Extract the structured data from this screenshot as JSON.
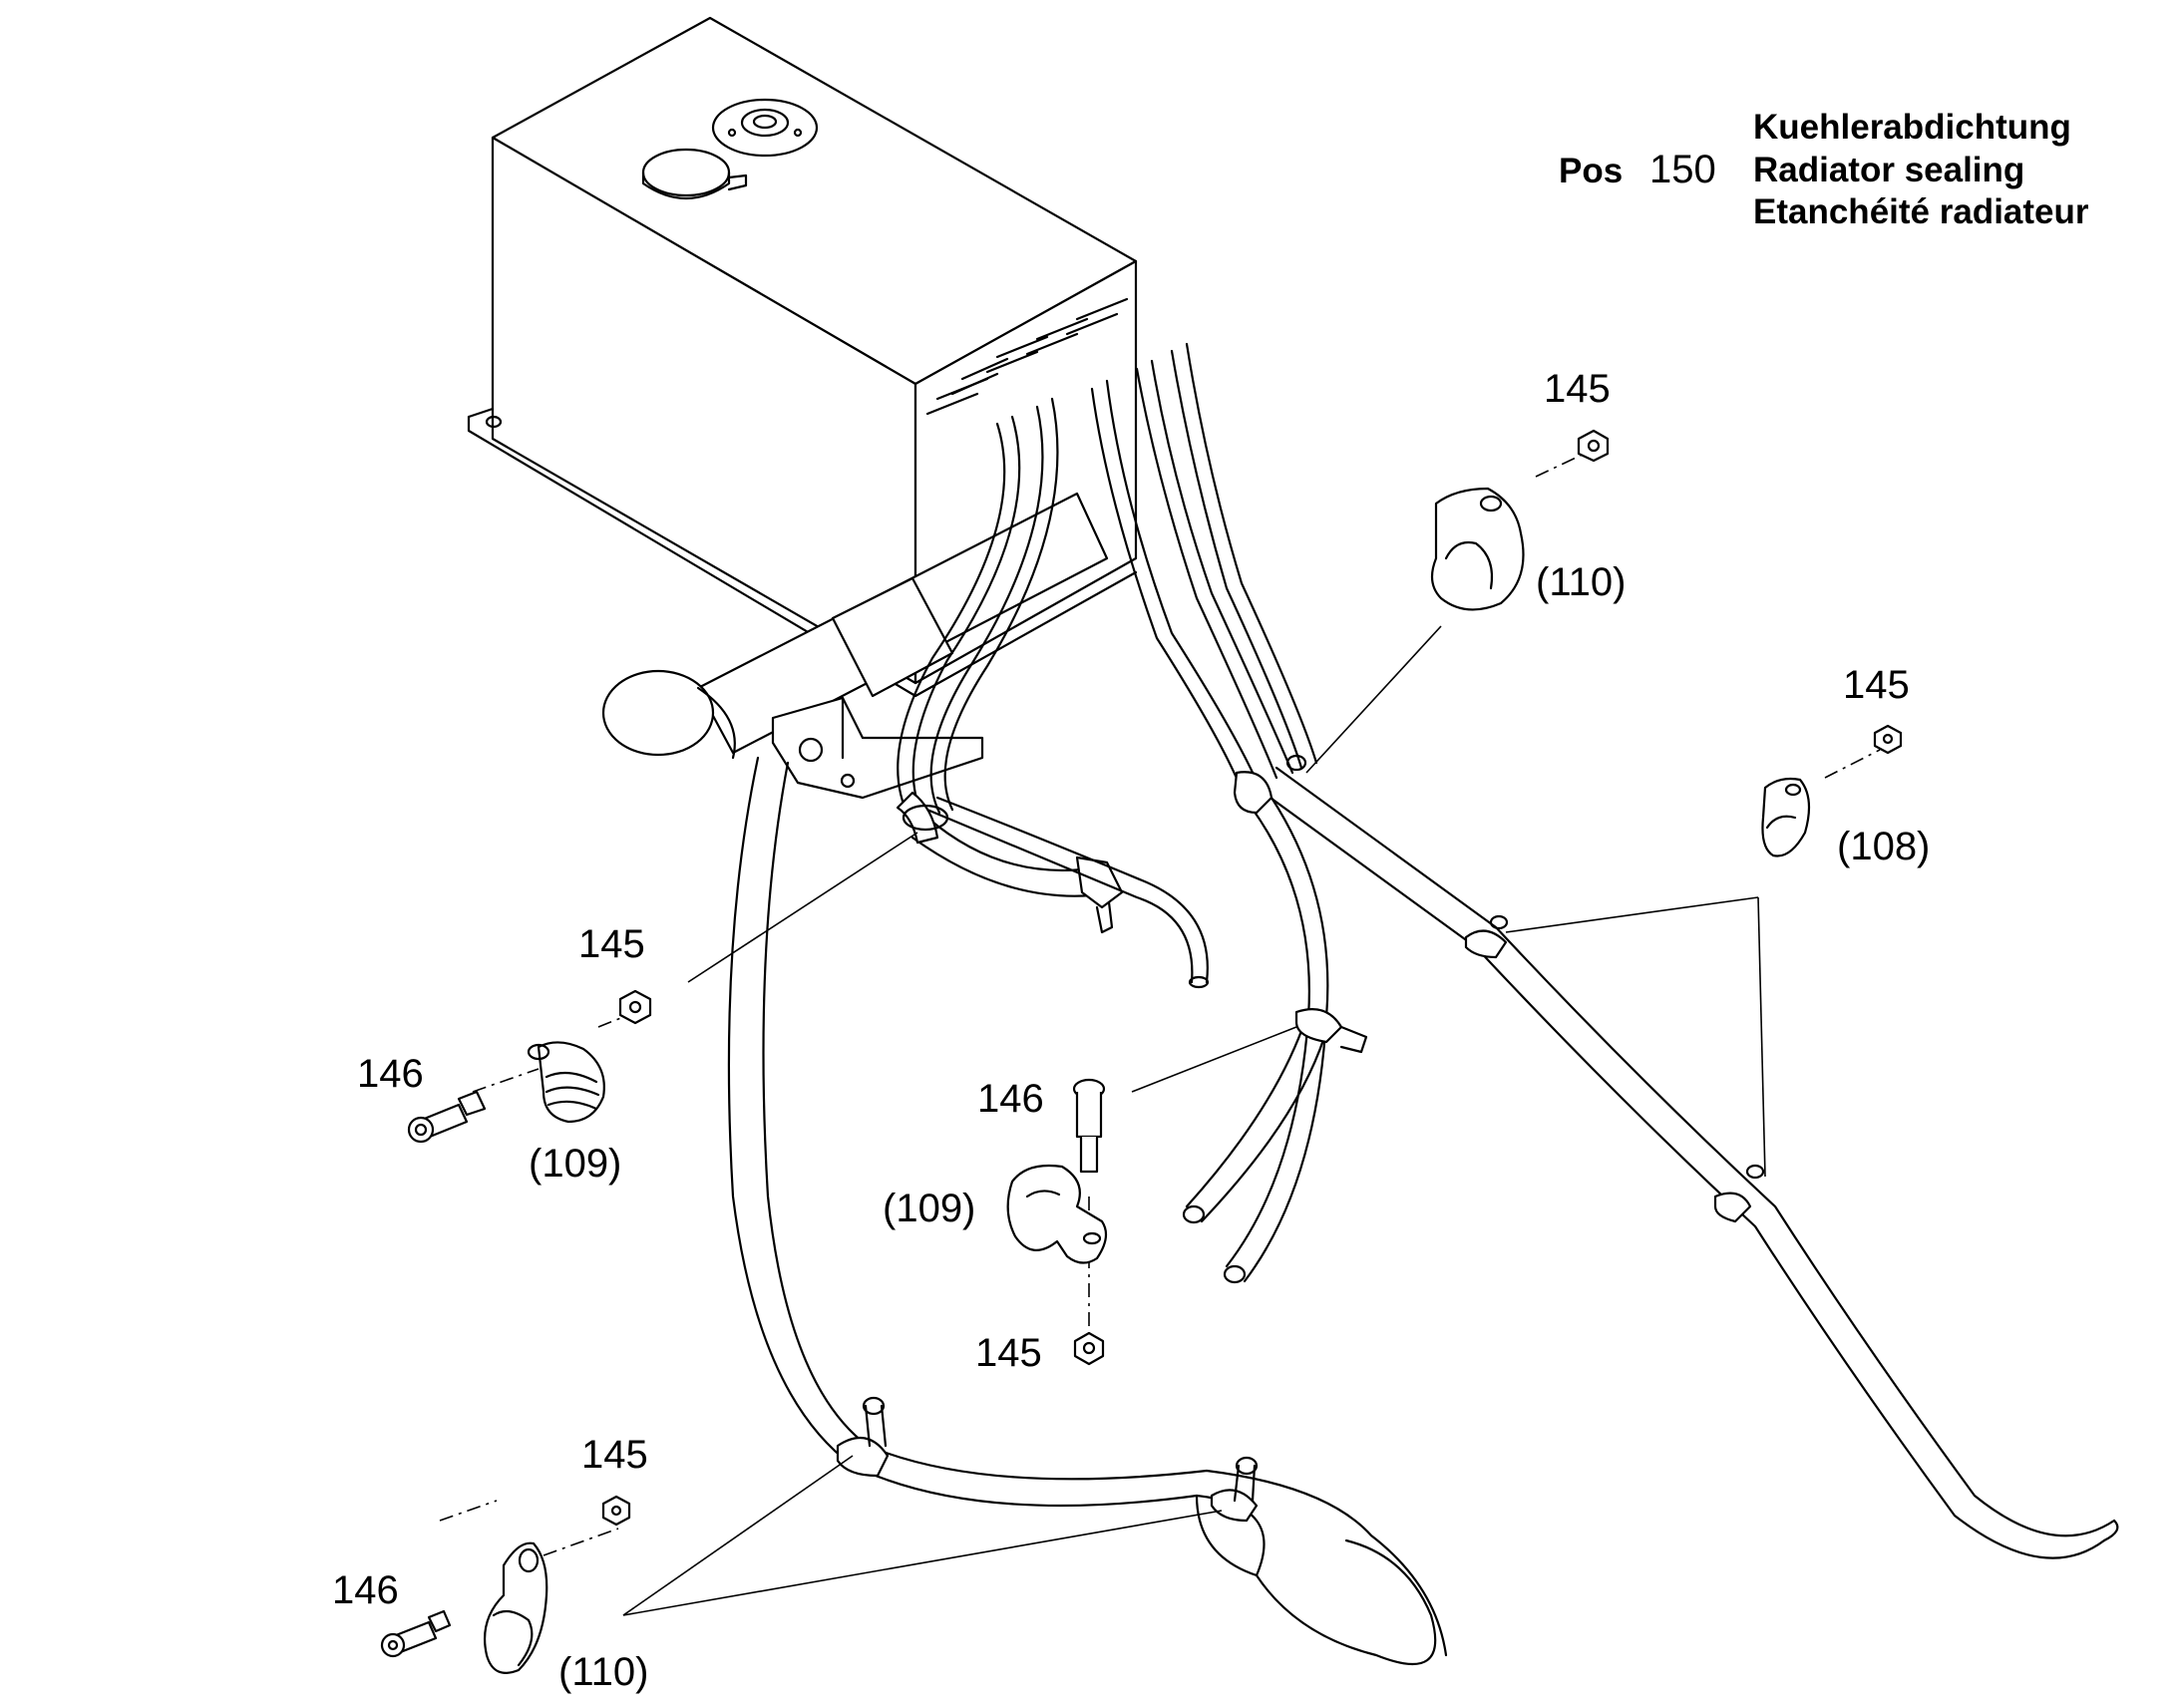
{
  "title_block": {
    "pos_label": "Pos",
    "pos_number": "150",
    "title_de": "Kuehlerabdichtung",
    "title_en": "Radiator sealing",
    "title_fr": "Etanchéité radiateur"
  },
  "callouts": {
    "nut_top": "145",
    "clip_top": "(110)",
    "nut_right": "145",
    "clip_right": "(108)",
    "nut_left": "145",
    "bolt_left": "146",
    "clip_left": "(109)",
    "bolt_center": "146",
    "clip_center": "(109)",
    "nut_center": "145",
    "nut_bottom": "145",
    "bolt_bottom": "146",
    "clip_bottom": "(110)"
  }
}
